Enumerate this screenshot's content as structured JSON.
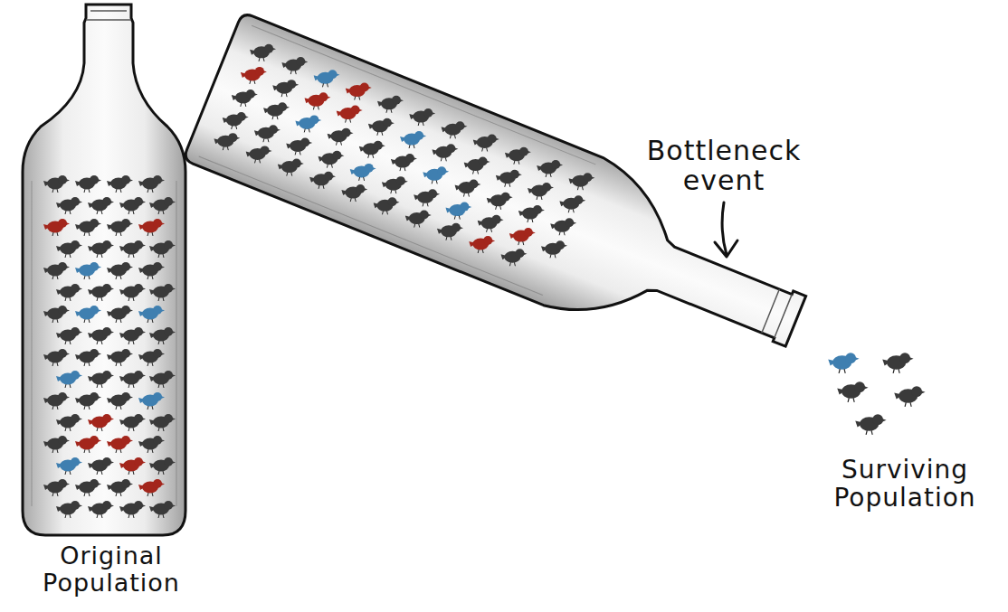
{
  "diagram": {
    "labels": [
      "Original Population",
      "Bottleneck event",
      "Surviving Population"
    ]
  }
}
